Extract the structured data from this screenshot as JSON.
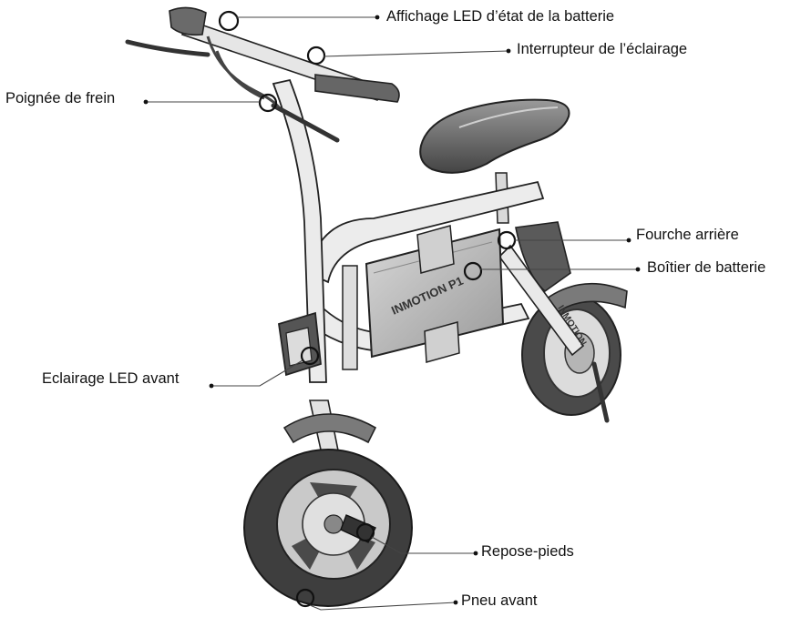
{
  "diagram": {
    "brand_text": "INMOTION P1",
    "brand_text_rear": "INMOTION",
    "labels": {
      "battery_led": "Affichage LED d’état de la batterie",
      "light_switch": "Interrupteur de l’éclairage",
      "brake_lever": "Poignée de frein",
      "rear_fork": "Fourche arrière",
      "battery_case": "Boîtier de batterie",
      "front_light": "Eclairage LED avant",
      "footrest": "Repose-pieds",
      "front_tire": "Pneu avant"
    }
  }
}
